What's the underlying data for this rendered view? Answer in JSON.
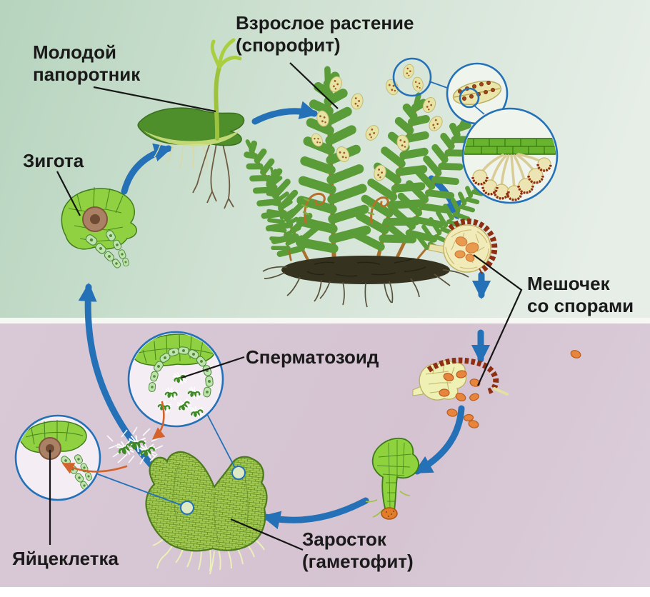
{
  "diagram": {
    "labels": {
      "adult_plant": {
        "line1": "Взрослое растение",
        "line2": "(спорофит)"
      },
      "young_fern": {
        "line1": "Молодой",
        "line2": "папоротник"
      },
      "zygote": {
        "line1": "Зигота"
      },
      "spore_sac": {
        "line1": "Мешочек",
        "line2": "со спорами"
      },
      "sperm": {
        "line1": "Сперматозоид"
      },
      "egg": {
        "line1": "Яйцеклетка"
      },
      "prothallus": {
        "line1": "Заросток",
        "line2": "(гаметофит)"
      }
    },
    "colors": {
      "arrow_blue": "#2471b8",
      "arrow_orange": "#d4622c",
      "label_text": "#1a1a1a",
      "top_section_start": "#b6d4be",
      "top_section_end": "#e6eee7",
      "bottom_section_start": "#d9c9d6",
      "bottom_section_end": "#d5c3d1",
      "divider": "#f7f8f3",
      "page_bottom": "#ffffff"
    }
  }
}
